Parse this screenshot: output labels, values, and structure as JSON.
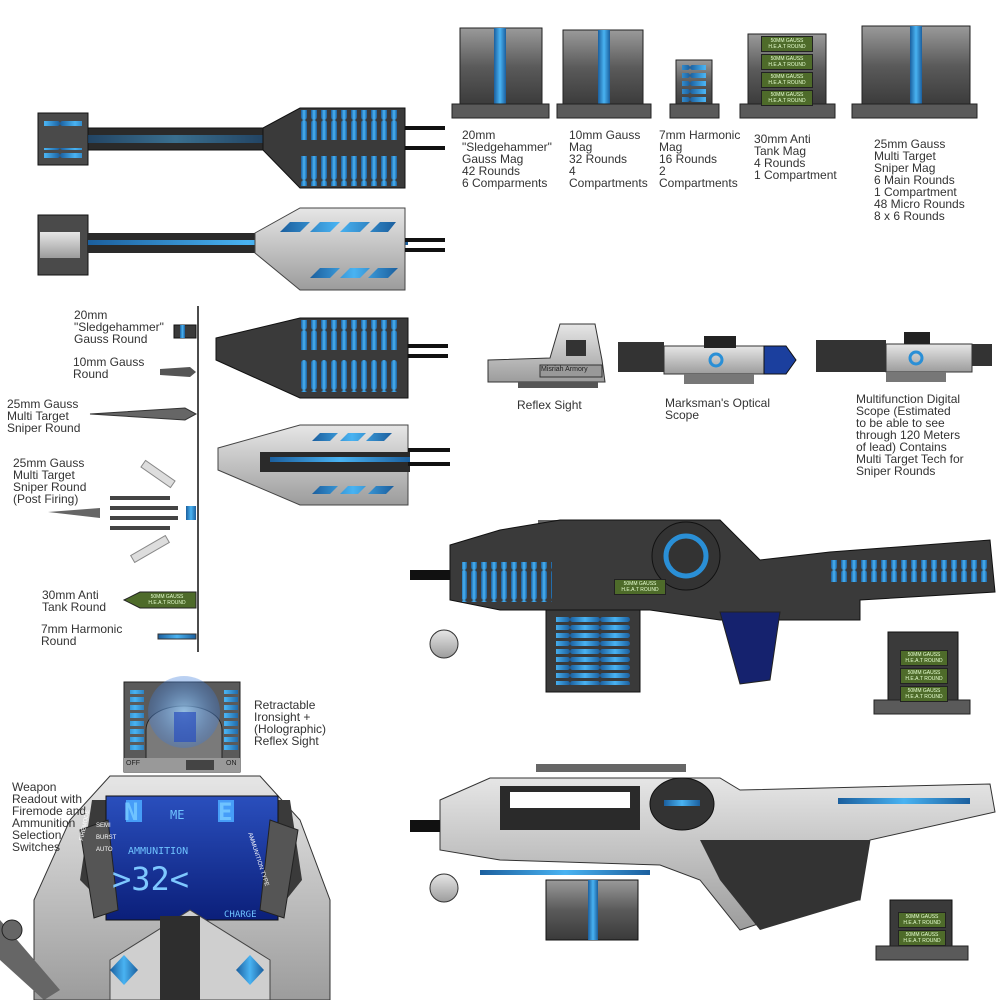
{
  "magazines": [
    {
      "label": "20mm\n\"Sledgehammer\"\nGauss Mag\n42 Rounds\n6 Comparments"
    },
    {
      "label": "10mm Gauss\nMag\n32 Rounds\n4\nCompartments"
    },
    {
      "label": "7mm Harmonic\nMag\n16 Rounds\n2\nCompartments"
    },
    {
      "label": "30mm Anti\nTank Mag\n4 Rounds\n1 Compartment"
    },
    {
      "label": "25mm Gauss\nMulti Target\nSniper Mag\n6 Main Rounds\n1 Compartment\n48 Micro Rounds\n8 x 6 Rounds"
    }
  ],
  "heat_round_text": [
    "50MM GAUSS",
    "H.E.A.T ROUND"
  ],
  "rounds": [
    {
      "label": "20mm\n\"Sledgehammer\"\nGauss Round"
    },
    {
      "label": "10mm Gauss\nRound"
    },
    {
      "label": "25mm Gauss\nMulti Target\nSniper Round"
    },
    {
      "label": "25mm Gauss\nMulti Target\nSniper Round\n(Post Firing)"
    },
    {
      "label": "30mm Anti\nTank Round"
    },
    {
      "label": "7mm Harmonic\nRound"
    }
  ],
  "sights": [
    {
      "label": "Reflex Sight",
      "brand": "Misriah Armory"
    },
    {
      "label": "Marksman's Optical\nScope"
    },
    {
      "label": "Multifunction Digital\nScope (Estimated\nto be able to see\nthrough 120 Meters\nof lead) Contains\nMulti Target Tech for\nSniper Rounds"
    }
  ],
  "ironsight": {
    "label": "Retractable\nIronsight +\n(Holographic)\nReflex Sight",
    "off": "OFF",
    "on": "ON"
  },
  "readout": {
    "label": "Weapon\nReadout with\nFiremode and\nAmmunition\nSelection\nSwitches",
    "mode_left": "N",
    "mode_mid": "ME",
    "mode_right": "E",
    "ammo_title": "AMMUNITION",
    "ammo_count": ">32<",
    "charge": "CHARGE",
    "switch_left": [
      "FIREMODE",
      "SEMI",
      "BURST",
      "AUTO"
    ],
    "switch_right": "AMMUNITION TYPE"
  },
  "colors": {
    "accent_blue": "#2a8fd6",
    "panel_gray": "#6f6f6f",
    "dark": "#1e1e1e",
    "ammo_green": "#4e6b2a"
  }
}
